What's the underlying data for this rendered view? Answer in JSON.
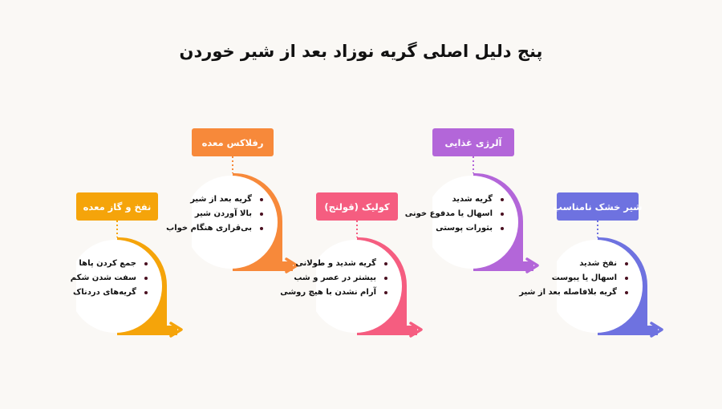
{
  "title": "پنج دلیل اصلی گریه نوزاد بعد از شیر خوردن",
  "cards": [
    {
      "label": "نفخ و گاز معده",
      "color": "#f5a40a",
      "items": [
        "جمع کردن پاها",
        "سفت شدن شکم",
        "گریه‌های دردناک"
      ]
    },
    {
      "label": "رفلاکس معده",
      "color": "#f7893a",
      "items": [
        "گریه بعد از شیر",
        "بالا آوردن شیر",
        "بی‌قراری هنگام خواب"
      ]
    },
    {
      "label": "کولیک (قولنج)",
      "color": "#f55d80",
      "items": [
        "گریه شدید و طولانی",
        "بیشتر در عصر و شب",
        "آرام نشدن با هیچ روشی"
      ]
    },
    {
      "label": "آلرژی غذایی",
      "color": "#b366d9",
      "items": [
        "گریه شدید",
        "اسهال یا مدفوع خونی",
        "بثورات پوستی"
      ]
    },
    {
      "label": "شیر خشک نامناسب",
      "color": "#6e72e0",
      "items": [
        "نفخ شدید",
        "اسهال یا یبوست",
        "گریه بلافاصله بعد از شیر"
      ]
    }
  ]
}
